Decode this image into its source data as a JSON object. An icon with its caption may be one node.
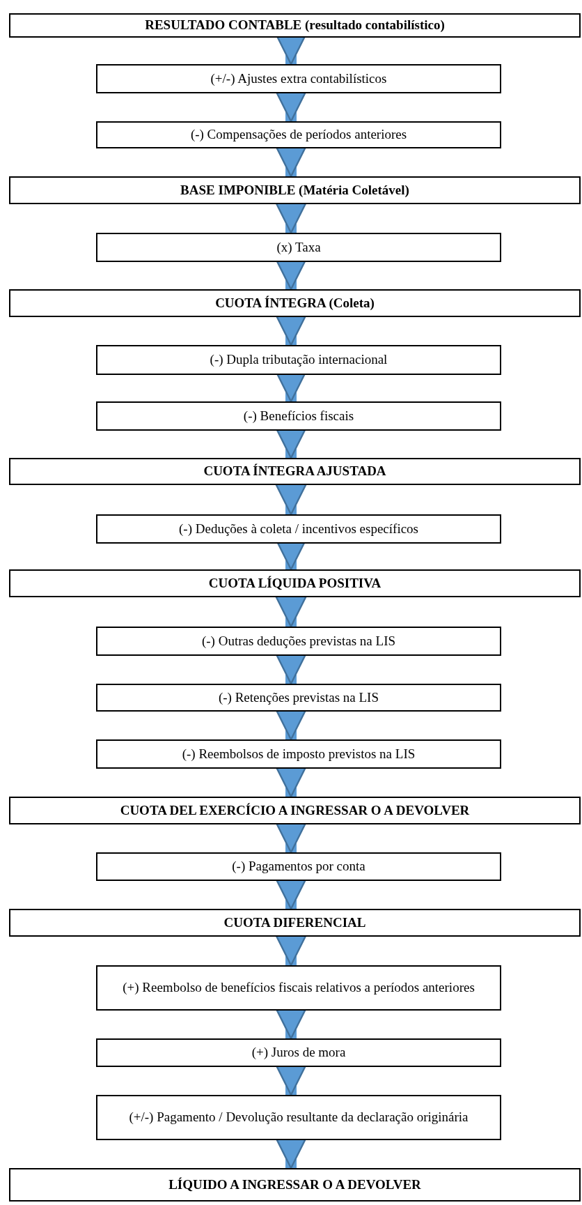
{
  "diagram": {
    "nodes": [
      {
        "text": [
          "RESULTADO CONTABLE (resultado contabilístico)"
        ]
      },
      {
        "text": [
          "(+/-) Ajustes extra contabilísticos"
        ]
      },
      {
        "text": [
          "(-) Compensações de períodos anteriores"
        ]
      },
      {
        "text": [
          "BASE IMPONIBLE (Matéria Coletável)"
        ]
      },
      {
        "text": [
          "(x) Taxa"
        ]
      },
      {
        "text": [
          "CUOTA ÍNTEGRA (Coleta)"
        ]
      },
      {
        "text": [
          "(-) Dupla tributação internacional"
        ]
      },
      {
        "text": [
          "(-) Benefícios fiscais"
        ]
      },
      {
        "text": [
          "CUOTA ÍNTEGRA AJUSTADA"
        ]
      },
      {
        "text": [
          "(-) Deduções à coleta / incentivos específicos"
        ]
      },
      {
        "text": [
          "CUOTA LÍQUIDA POSITIVA"
        ]
      },
      {
        "text": [
          "(-) Outras deduções previstas na LIS"
        ]
      },
      {
        "text": [
          "(-) Retenções previstas na LIS"
        ]
      },
      {
        "text": [
          "(-) Reembolsos de imposto previstos na LIS"
        ]
      },
      {
        "text": [
          "CUOTA DEL EXERCÍCIO A INGRESSAR O A DEVOLVER"
        ]
      },
      {
        "text": [
          "(-) Pagamentos por conta"
        ]
      },
      {
        "text": [
          "CUOTA DIFERENCIAL"
        ]
      },
      {
        "text": [
          "(+) Reembolso de benefícios fiscais relativos a períodos anteriores"
        ]
      },
      {
        "text": [
          "(+) Juros de mora"
        ]
      },
      {
        "text": [
          "(+/-) Pagamento / Devolução resultante da declaração originária"
        ]
      },
      {
        "text": [
          "LÍQUIDO A INGRESSAR O A DEVOLVER"
        ]
      }
    ],
    "edges": [
      {
        "from": 0,
        "to": 1,
        "arrow": "to"
      },
      {
        "from": 1,
        "to": 2,
        "arrow": "to"
      },
      {
        "from": 2,
        "to": 3,
        "arrow": "to"
      },
      {
        "from": 3,
        "to": 4,
        "arrow": "to"
      },
      {
        "from": 4,
        "to": 5,
        "arrow": "to"
      },
      {
        "from": 5,
        "to": 6,
        "arrow": "to"
      },
      {
        "from": 6,
        "to": 7,
        "arrow": "to"
      },
      {
        "from": 7,
        "to": 8,
        "arrow": "to"
      },
      {
        "from": 8,
        "to": 9,
        "arrow": "to"
      },
      {
        "from": 9,
        "to": 10,
        "arrow": "to"
      },
      {
        "from": 10,
        "to": 11,
        "arrow": "to"
      },
      {
        "from": 11,
        "to": 12,
        "arrow": "to"
      },
      {
        "from": 12,
        "to": 13,
        "arrow": "to"
      },
      {
        "from": 13,
        "to": 14,
        "arrow": "to"
      },
      {
        "from": 14,
        "to": 15,
        "arrow": "to"
      },
      {
        "from": 15,
        "to": 16,
        "arrow": "to"
      },
      {
        "from": 16,
        "to": 17,
        "arrow": "to"
      },
      {
        "from": 17,
        "to": 18,
        "arrow": "to"
      },
      {
        "from": 18,
        "to": 19,
        "arrow": "to"
      },
      {
        "from": 19,
        "to": 20,
        "arrow": "to"
      }
    ]
  }
}
